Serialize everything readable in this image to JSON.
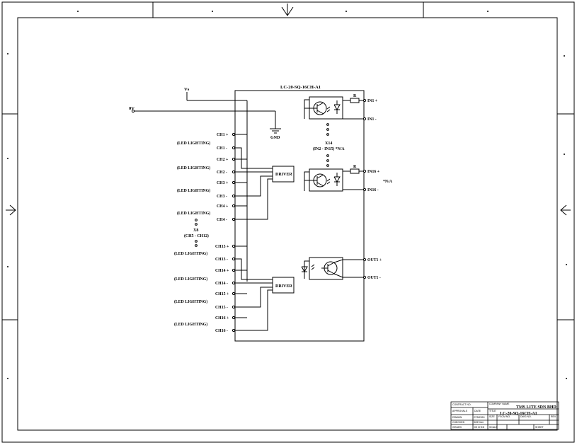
{
  "block": {
    "title": "LC-20-SQ-16CH-A1"
  },
  "supply": {
    "vs": "Vs",
    "zero_v": "0V",
    "gnd": "GND"
  },
  "drivers": {
    "top": "DRIVER",
    "bottom": "DRIVER"
  },
  "led_labels": [
    "(LED LIGHTING)",
    "(LED LIGHTING)",
    "(LED LIGHTING)",
    "(LED LIGHTING)",
    "(LED LIGHTING)",
    "(LED LIGHTING)",
    "(LED LIGHTING)",
    "(LED LIGHTING)"
  ],
  "channels": [
    "CH1 +",
    "CH1 -",
    "CH2 +",
    "CH2 -",
    "CH3 +",
    "CH3 -",
    "CH4 +",
    "CH4 -",
    "CH13 +",
    "CH13 -",
    "CH14 +",
    "CH14 -",
    "CH15 +",
    "CH15 -",
    "CH16 +",
    "CH16 -"
  ],
  "x8": {
    "mult": "X8",
    "range": "(CH5 - CH12)"
  },
  "inputs": {
    "resistor": "R",
    "in1_plus": "IN1 +",
    "in1_minus": "IN1 -",
    "x14_mult": "X14",
    "x14_range": "(IN2 - IN15) *N/A",
    "in16_plus": "IN16 +",
    "in16_minus": "IN16 -",
    "na": "*N/A"
  },
  "outputs": {
    "out1_plus": "OUT1 +",
    "out1_minus": "OUT1 -"
  },
  "title_block": {
    "contract_no": "CONTRACT NO.",
    "company_name_label": "COMPANY NAME",
    "company_name": "TMS LITE SDN BHD",
    "approvals": "APPROVALS",
    "date": "DATE",
    "drawn": "DRAWN",
    "drawn_date": "27/5/2024",
    "title_label": "TITLE",
    "checked": "CHECKED",
    "drawing_title": "LC-20-SQ-16CH-A1",
    "size_label": "SIZE",
    "fscm_label": "FSCM NO.",
    "dwg_label": "DWG NO.",
    "rev_label": "REV",
    "issued": "ISSUED",
    "scale_label": "SCALE",
    "sheet_label": "SHEET",
    "small_1": "SIZE 0A4",
    "small_2": "VIS CHKD"
  }
}
